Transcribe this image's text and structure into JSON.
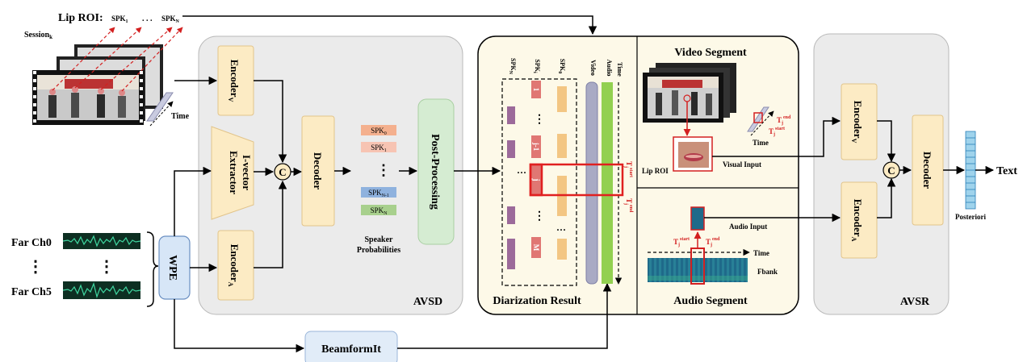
{
  "input": {
    "lip_roi_label": "Lip ROI:",
    "spk1": "SPK",
    "spk1_sub": "1",
    "ellipsis": ". . .",
    "spkn": "SPK",
    "spkn_sub": "N",
    "session": "Session",
    "session_sub": "k",
    "time_label": "Time",
    "far_ch0": "Far Ch0",
    "far_ch5": "Far Ch5",
    "vdots": "⋮"
  },
  "wpe": {
    "label": "WPE"
  },
  "beamformit": {
    "label": "BeamformIt"
  },
  "avsd": {
    "title": "AVSD",
    "encoder_v": "Encoder",
    "encoder_v_sub": "V",
    "ivector_line1": "I-vector",
    "ivector_line2": "Extractor",
    "encoder_a": "Encoder",
    "encoder_a_sub": "A",
    "concat": "C",
    "decoder": "Decoder",
    "spk_labels": [
      "SPK",
      "SPK",
      "SPK",
      "SPK"
    ],
    "spk_subs": [
      "0",
      "1",
      "N-1",
      "N"
    ],
    "spk_dots": "·\n·\n·",
    "speaker_prob_line1": "Speaker",
    "speaker_prob_line2": "Probabilities",
    "post_processing": "Post-Processing"
  },
  "diarization": {
    "title": "Diarization Result",
    "col_spk_n": "SPK",
    "col_spk_n_sub": "N",
    "col_spk_i": "SPK",
    "col_spk_i_sub": "i",
    "col_spk_0": "SPK",
    "col_spk_0_sub": "0",
    "col_video": "Video",
    "col_audio": "Audio",
    "col_time": "Time",
    "seg_1": "1",
    "seg_j1": "j-1",
    "seg_j": "j",
    "seg_m": "M",
    "dots": "⋮",
    "t_start": "T",
    "t_start_sup": "start",
    "t_start_sub": "j",
    "t_end": "T",
    "t_end_sup": "end",
    "t_end_sub": "j"
  },
  "video_segment": {
    "title": "Video Segment",
    "lip_roi": "Lip ROI",
    "visual_input": "Visual Input",
    "time": "Time",
    "t_end": "T",
    "t_end_sup": "end",
    "t_start": "T",
    "t_start_sup": "start",
    "sub_j": "j"
  },
  "audio_segment": {
    "title": "Audio Segment",
    "audio_input": "Audio Input",
    "time": "Time",
    "fbank": "Fbank",
    "t_start": "T",
    "t_start_sup": "start",
    "t_end": "T",
    "t_end_sup": "end",
    "sub_j": "j"
  },
  "avsr": {
    "title": "AVSR",
    "encoder_v": "Encoder",
    "encoder_v_sub": "V",
    "encoder_a": "Encoder",
    "encoder_a_sub": "A",
    "concat": "C",
    "decoder": "Decoder",
    "posteriori": "Posteriori",
    "output": "Text"
  },
  "colors": {
    "panel_gray": "#ebebeb",
    "panel_cream": "#fdf9e8",
    "encoder_fill": "#fcebc4",
    "post_fill": "#d5ecd2",
    "wpe_fill": "#d7e6f7",
    "spk_purple": "#9c6a9a",
    "spk_red": "#e07773",
    "spk_orange": "#f3c683",
    "video_bar": "#a9aac4",
    "audio_bar": "#92d050",
    "highlight_red": "#e02020",
    "posteriori_blue": "#2a7fb8"
  }
}
